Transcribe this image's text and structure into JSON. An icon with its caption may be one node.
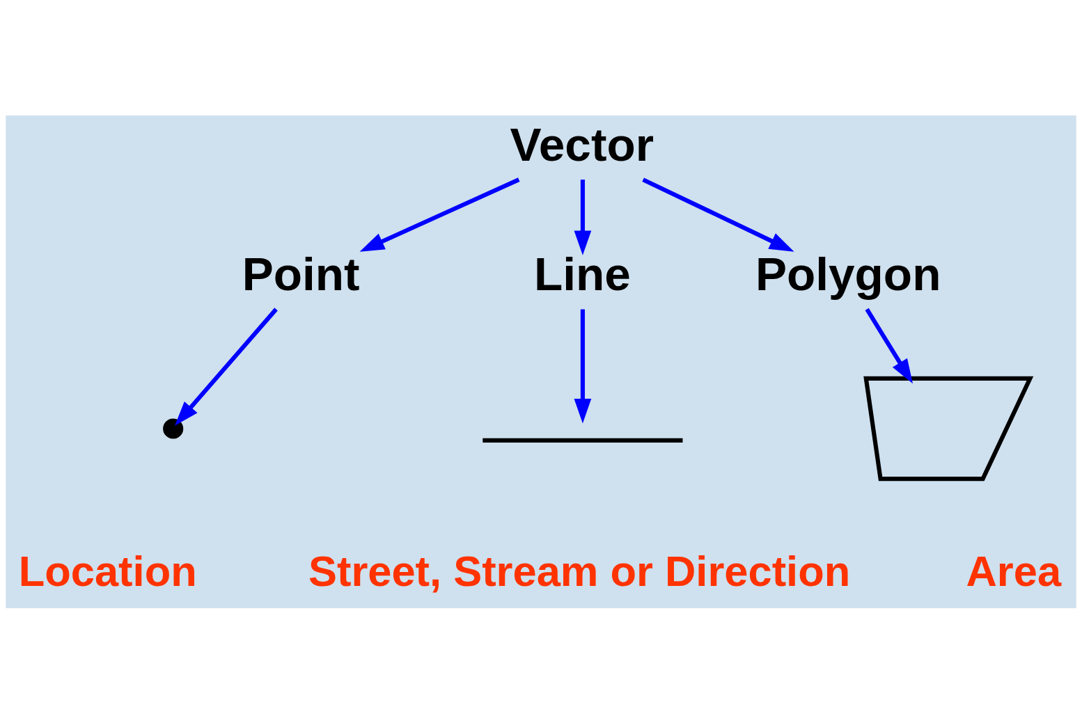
{
  "diagram": {
    "nodes": [
      {
        "text": [
          "Vector"
        ]
      },
      {
        "text": [
          "Point"
        ]
      },
      {
        "text": [
          "Line"
        ]
      },
      {
        "text": [
          "Polygon"
        ]
      },
      {
        "text": [],
        "shape": "circle",
        "beside": [
          "Location"
        ]
      },
      {
        "text": [],
        "shape": "line",
        "beside": [
          "Street, Stream or Direction"
        ]
      },
      {
        "text": [],
        "shape": "polygon",
        "beside": [
          "Area"
        ]
      }
    ],
    "edges": [
      {
        "from": 0,
        "to": 1,
        "arrow": "to"
      },
      {
        "from": 0,
        "to": 2,
        "arrow": "to"
      },
      {
        "from": 0,
        "to": 3,
        "arrow": "to"
      },
      {
        "from": 1,
        "to": 4,
        "arrow": "to"
      },
      {
        "from": 2,
        "to": 5,
        "arrow": "to"
      },
      {
        "from": 3,
        "to": 6,
        "arrow": "to"
      }
    ]
  }
}
